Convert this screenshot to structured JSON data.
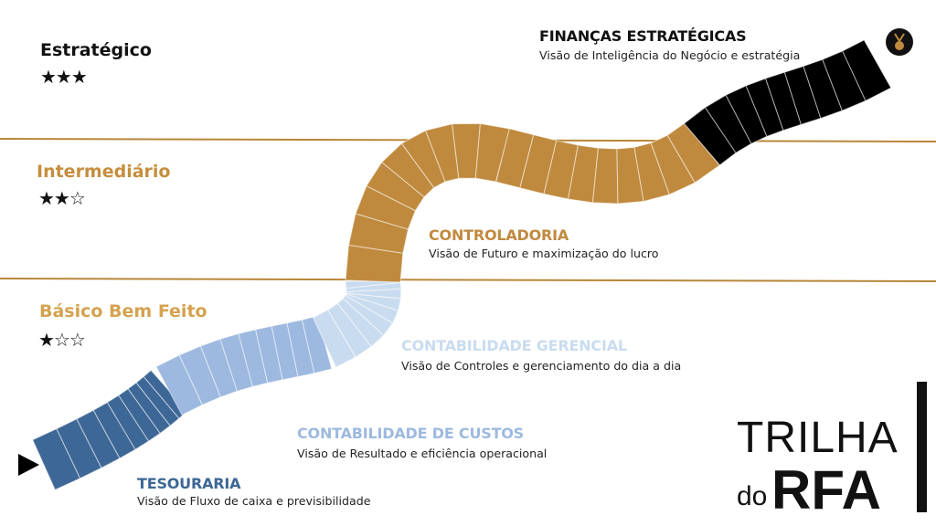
{
  "levels": [
    {
      "title": "Estratégico",
      "stars": "★★★",
      "color": "#111111"
    },
    {
      "title": "Intermediário",
      "stars": "★★☆",
      "color": "#C58E3D"
    },
    {
      "title": "Básico Bem Feito",
      "stars": "★☆☆",
      "color": "#D4A24F"
    }
  ],
  "stages": [
    {
      "title": "FINANÇAS ESTRATÉGICAS",
      "desc": "Visão de Inteligência do Negócio e estratégia",
      "color": "#000000"
    },
    {
      "title": "CONTROLADORIA",
      "desc": "Visão de Futuro e maximização do lucro",
      "color": "#C08A3E"
    },
    {
      "title": "CONTABILIDADE GERENCIAL",
      "desc": "Visão de Controles e gerenciamento do dia a dia",
      "color": "#C9DCEF"
    },
    {
      "title": "CONTABILIDADE DE CUSTOS",
      "desc": "Visão de Resultado e eficiência operacional",
      "color": "#9DB9DF"
    },
    {
      "title": "TESOURARIA",
      "desc": "Visão de Fluxo de caixa e previsibilidade",
      "color": "#3D6796"
    }
  ],
  "brand": {
    "top": "TRILHA",
    "do": "do",
    "rfa": "RFA"
  },
  "icons": {
    "start": "play-triangle-icon",
    "end": "medal-icon"
  },
  "colors": {
    "divider": "#B8873A",
    "gold": "#C08A3E",
    "black": "#111111"
  }
}
